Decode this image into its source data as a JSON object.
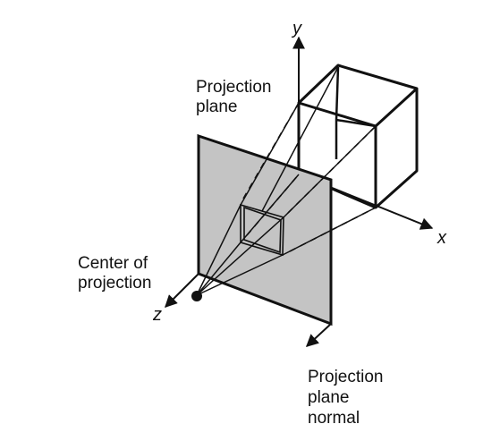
{
  "labels": {
    "projection_plane": [
      "Projection",
      "plane"
    ],
    "center_of_projection": [
      "Center of",
      "projection"
    ],
    "projection_plane_normal": [
      "Projection",
      "plane",
      "normal"
    ]
  },
  "axes": {
    "x": "x",
    "y": "y",
    "z": "z"
  },
  "colors": {
    "plane_fill": "#c4c4c4",
    "stroke": "#111111"
  }
}
